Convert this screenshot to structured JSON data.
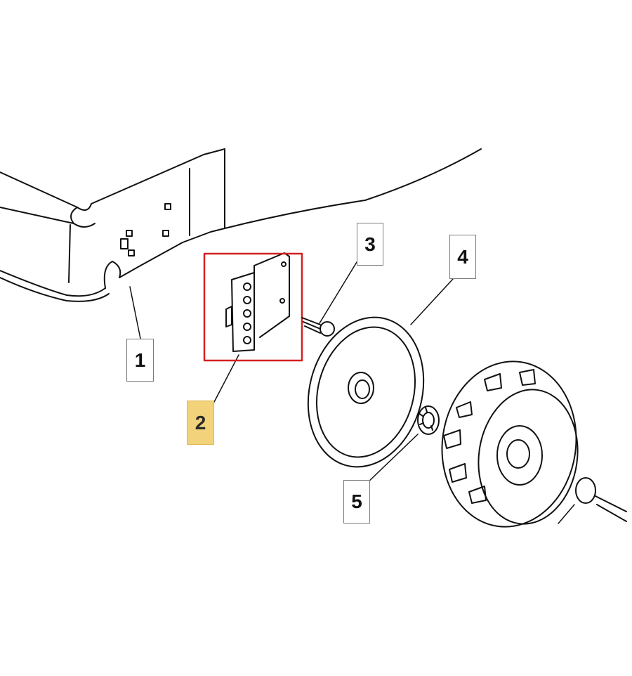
{
  "callouts": {
    "part_1": "1",
    "part_2": "2",
    "part_3": "3",
    "part_4": "4",
    "part_5": "5"
  },
  "selected_part": "2",
  "colors": {
    "highlight": "#f2d27a",
    "selection_box": "#d42020",
    "line": "#111111"
  }
}
